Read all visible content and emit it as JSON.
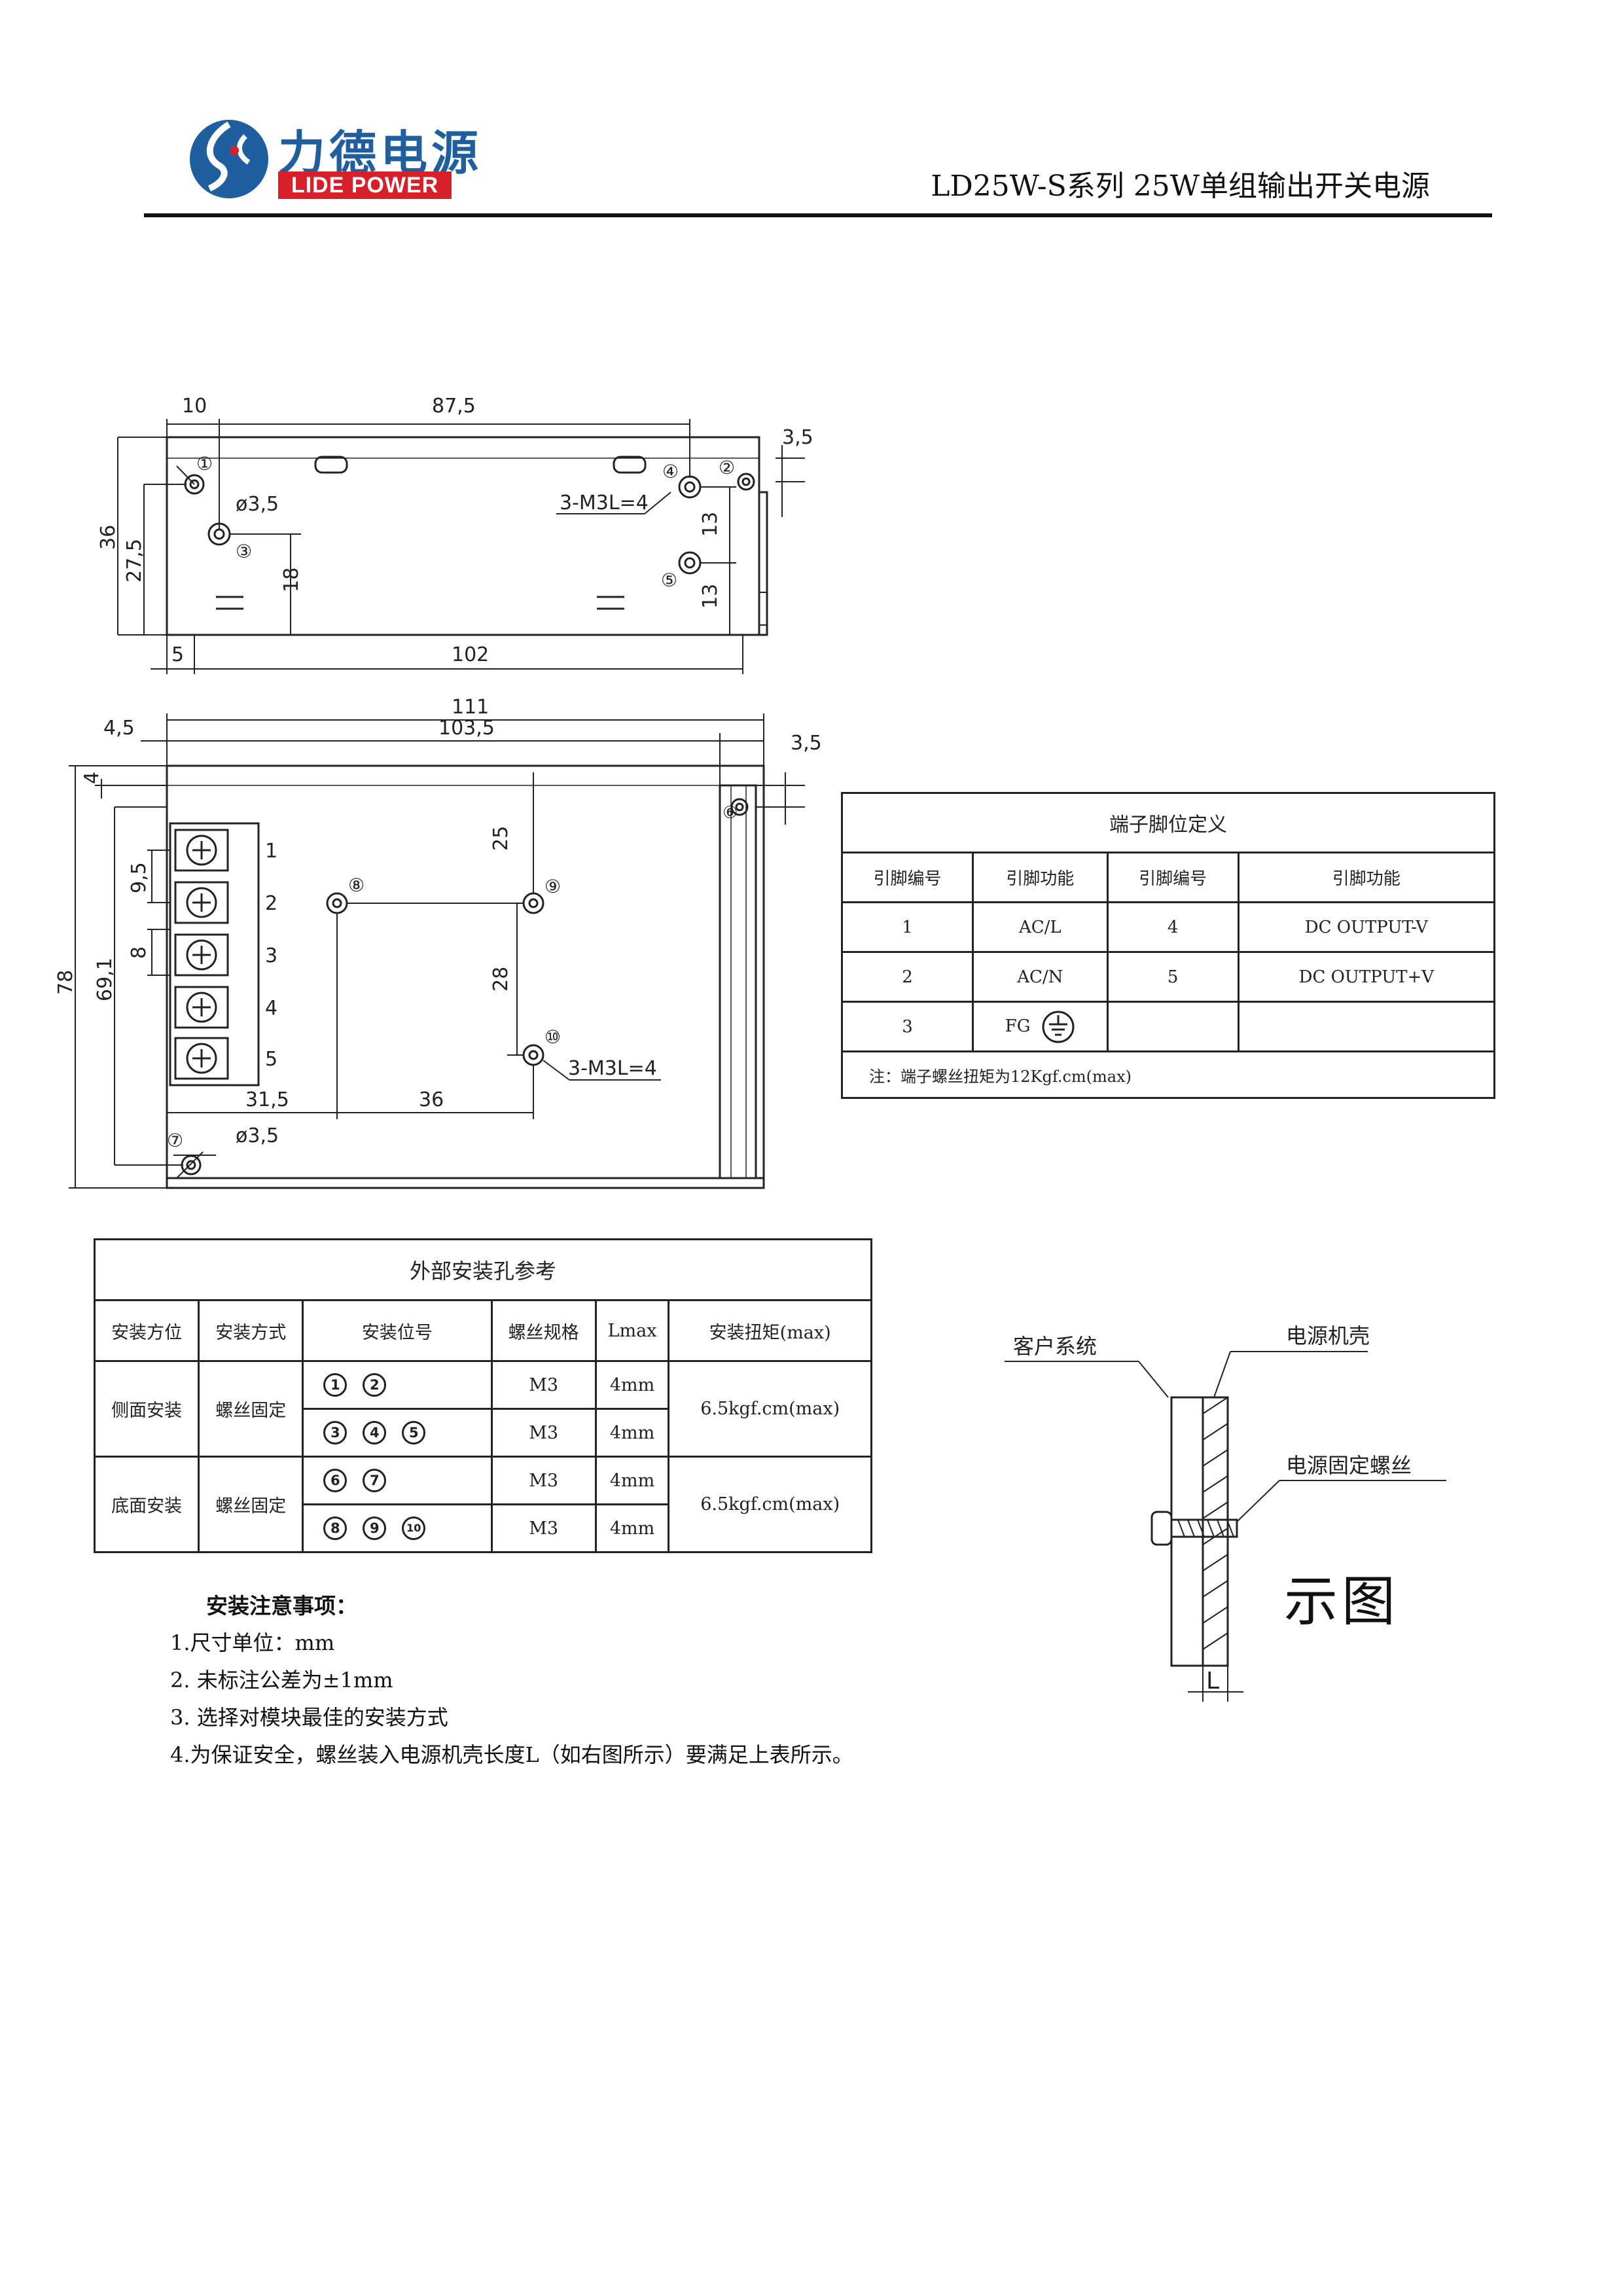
{
  "header": {
    "logo_cn": "力德电源",
    "logo_en": "LIDE POWER",
    "title": "LD25W-S系列 25W单组输出开关电源"
  },
  "drawing_top": {
    "dims": [
      "10",
      "87,5",
      "3,5",
      "36",
      "27,5",
      "18",
      "13",
      "13",
      "5",
      "102"
    ],
    "hole": "ø3,5",
    "screw": "3-M3L=4",
    "markers": [
      "①",
      "②",
      "③",
      "④",
      "⑤"
    ]
  },
  "drawing_front": {
    "dims": [
      "111",
      "103,5",
      "4,5",
      "4",
      "3,5",
      "78",
      "69,1",
      "9,5",
      "8",
      "25",
      "28",
      "31,5",
      "36"
    ],
    "hole": "ø3,5",
    "screw": "3-M3L=4",
    "markers": [
      "⑥",
      "⑦",
      "⑧",
      "⑨",
      "⑩"
    ],
    "terminals": [
      "1",
      "2",
      "3",
      "4",
      "5"
    ]
  },
  "pin_table": {
    "caption": "端子脚位定义",
    "headers": [
      "引脚编号",
      "引脚功能",
      "引脚编号",
      "引脚功能"
    ],
    "rows": [
      [
        "1",
        "AC/L",
        "4",
        "DC OUTPUT-V"
      ],
      [
        "2",
        "AC/N",
        "5",
        "DC OUTPUT+V"
      ],
      [
        "3",
        "FG",
        "",
        ""
      ]
    ],
    "note": "注：端子螺丝扭矩为12Kgf.cm(max)"
  },
  "mount_table": {
    "caption": "外部安装孔参考",
    "headers": [
      "安装方位",
      "安装方式",
      "安装位号",
      "螺丝规格",
      "Lmax",
      "安装扭矩(max)"
    ],
    "groups": [
      {
        "side": "侧面安装",
        "method": "螺丝固定",
        "torque": "6.5kgf.cm(max)",
        "rows": [
          {
            "pos": [
              "1",
              "2"
            ],
            "screw": "M3",
            "lmax": "4mm"
          },
          {
            "pos": [
              "3",
              "4",
              "5"
            ],
            "screw": "M3",
            "lmax": "4mm"
          }
        ]
      },
      {
        "side": "底面安装",
        "method": "螺丝固定",
        "torque": "6.5kgf.cm(max)",
        "rows": [
          {
            "pos": [
              "6",
              "7"
            ],
            "screw": "M3",
            "lmax": "4mm"
          },
          {
            "pos": [
              "8",
              "9",
              "10"
            ],
            "screw": "M3",
            "lmax": "4mm"
          }
        ]
      }
    ]
  },
  "diagram": {
    "customer": "客户系统",
    "case": "电源机壳",
    "screw": "电源固定螺丝",
    "L": "L",
    "label": "示图"
  },
  "notes": {
    "title": "安装注意事项：",
    "items": [
      "1.尺寸单位：mm",
      "2. 未标注公差为±1mm",
      "3. 选择对模块最佳的安装方式",
      "4.为保证安全，螺丝装入电源机壳长度L（如右图所示）要满足上表所示。"
    ]
  }
}
